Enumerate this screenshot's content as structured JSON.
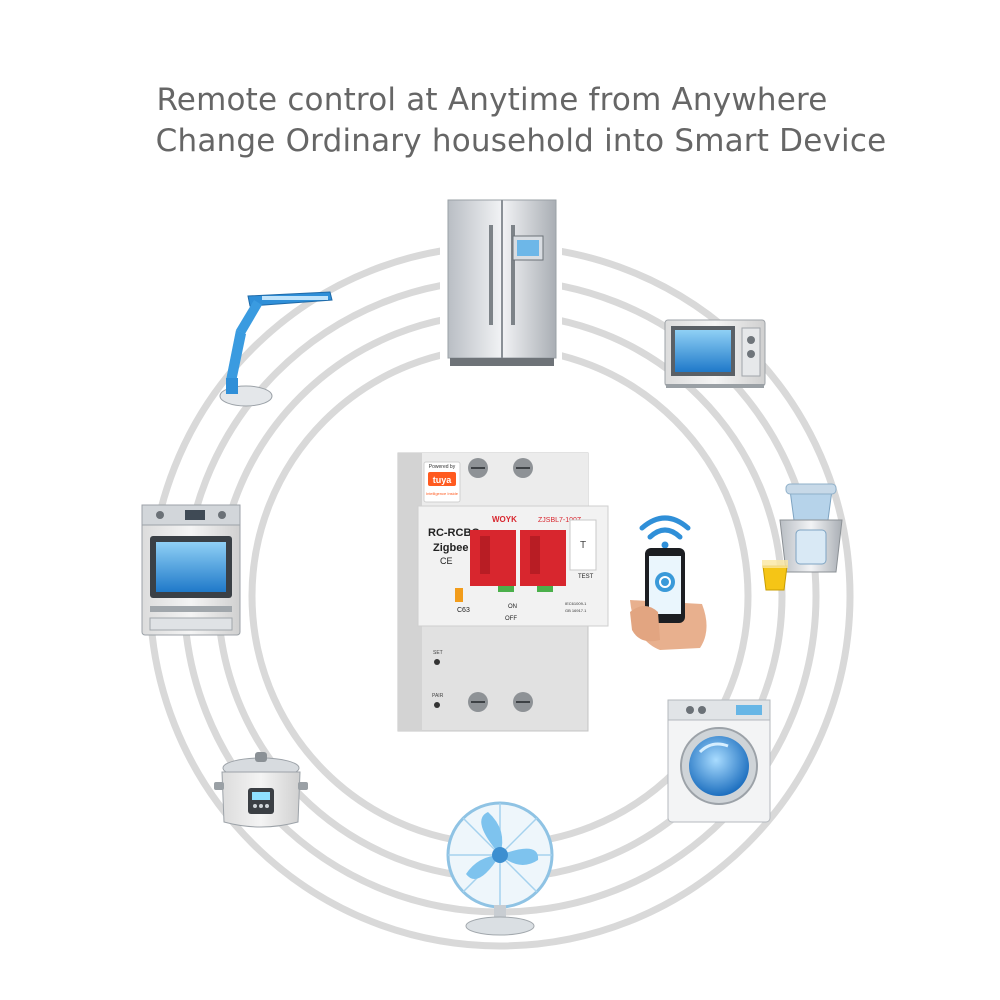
{
  "headline": {
    "line1": "Remote control at Anytime from Anywhere",
    "line2": "Change Ordinary household into Smart Device"
  },
  "breaker": {
    "brand_top": "Powered by",
    "brand_name": "tuya",
    "brand_sub": "Intelligence Inside",
    "maker": "WOYK",
    "model": "ZJSBL7-100Z",
    "type": "RC-RCBO",
    "protocol": "Zigbee",
    "ce": "CE",
    "rating": "C63",
    "on_label": "ON",
    "off_label": "OFF",
    "test_label": "TEST",
    "t_label": "T",
    "set_label": "SET",
    "pair_label": "PAIR",
    "std1": "IEC61009-1",
    "std2": "GB 16917.1"
  },
  "phone": {
    "app_color": "#3a9ad9"
  },
  "colors": {
    "ring": "#d9d9d9",
    "breaker_body": "#ececec",
    "toggle_red": "#d8262e",
    "tuya_orange": "#ff5a1f",
    "appliance_blue": "#2f8fd8"
  },
  "appliances": [
    "refrigerator-icon",
    "microwave-icon",
    "juicer-icon",
    "washing-machine-icon",
    "fan-icon",
    "rice-cooker-icon",
    "oven-icon",
    "desk-lamp-icon"
  ]
}
